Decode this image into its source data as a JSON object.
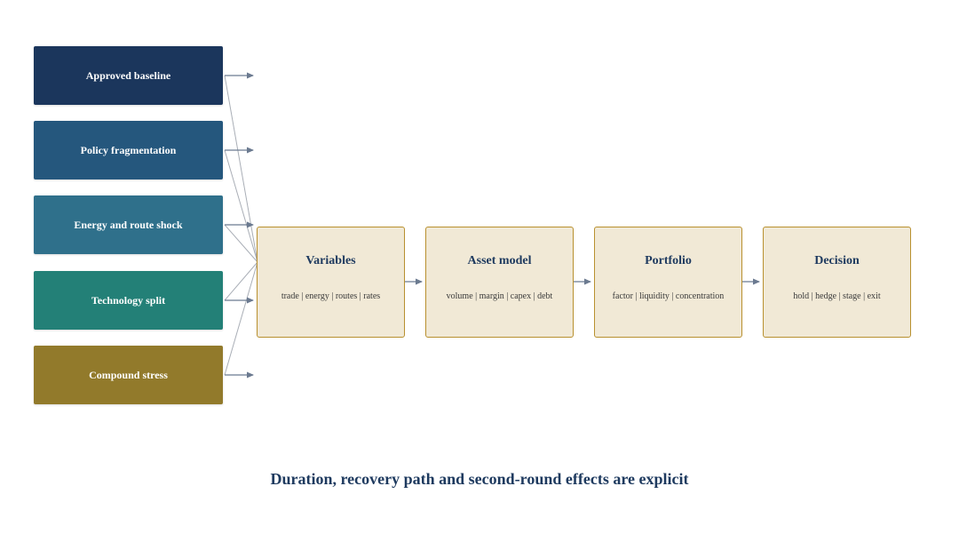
{
  "scenarios": [
    {
      "label": "Approved baseline",
      "color": "#1b365c"
    },
    {
      "label": "Policy fragmentation",
      "color": "#25577d"
    },
    {
      "label": "Energy and route shock",
      "color": "#2f708b"
    },
    {
      "label": "Technology split",
      "color": "#238077"
    },
    {
      "label": "Compound stress",
      "color": "#927a2b"
    }
  ],
  "stages": [
    {
      "title": "Variables",
      "subtitle": "trade | energy | routes | rates"
    },
    {
      "title": "Asset model",
      "subtitle": "volume | margin | capex | debt"
    },
    {
      "title": "Portfolio",
      "subtitle": "factor | liquidity | concentration"
    },
    {
      "title": "Decision",
      "subtitle": "hold | hedge | stage | exit"
    }
  ],
  "colors": {
    "stage_fill": "#f1e9d6",
    "stage_border": "#b8902f",
    "title_text": "#1e3a5f",
    "arrow": "#6b7a90",
    "line": "#a9aeb6"
  },
  "caption": "Duration, recovery path and second-round effects are explicit"
}
